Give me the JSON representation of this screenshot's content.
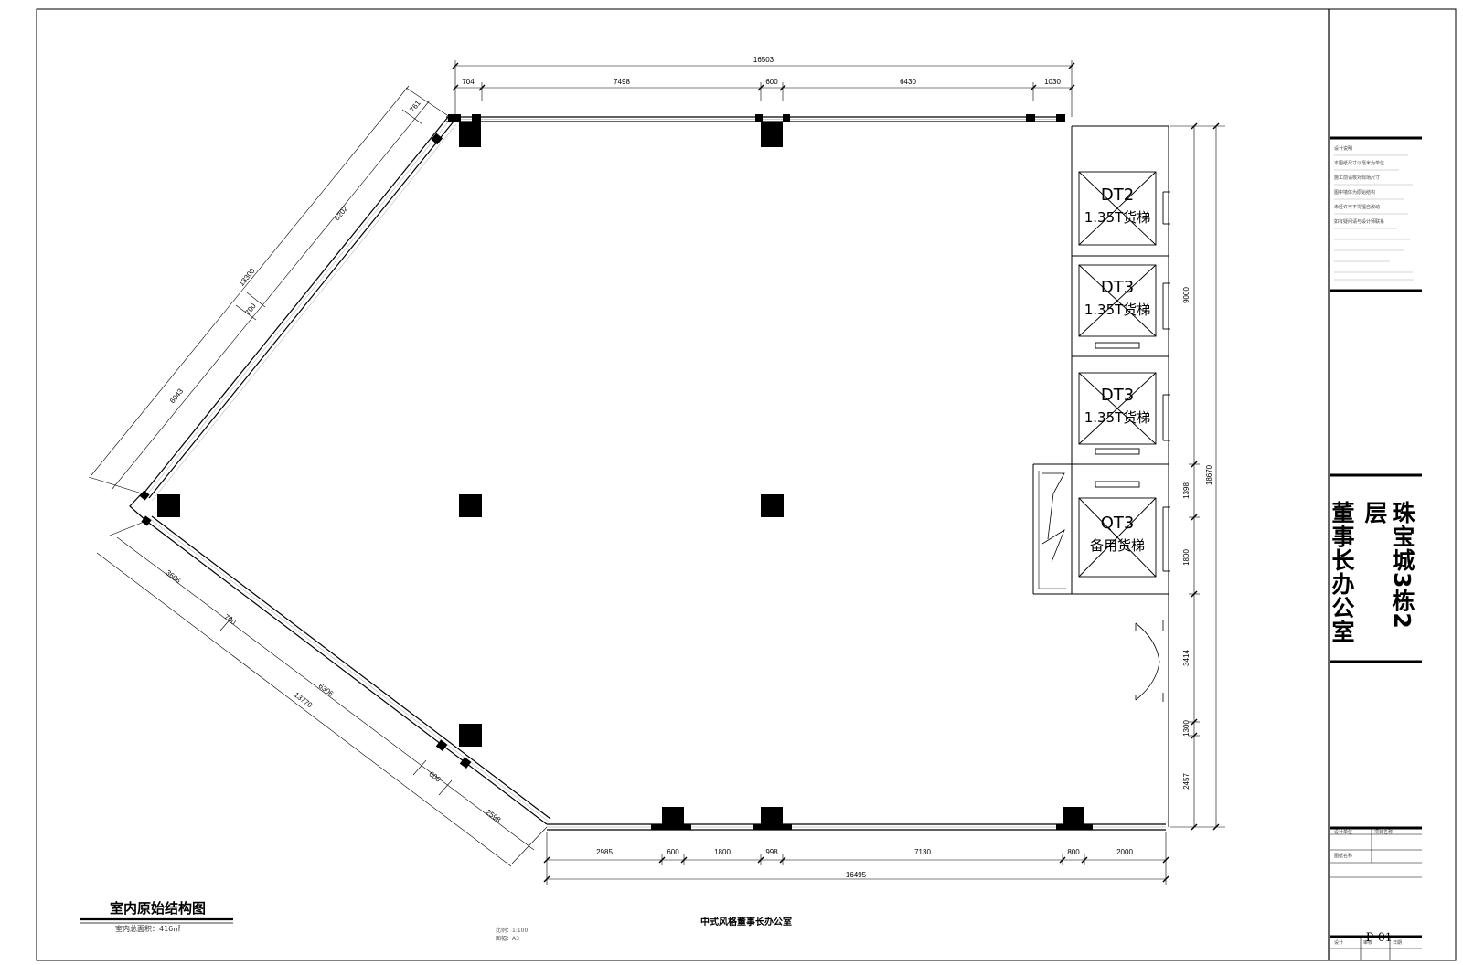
{
  "drawing": {
    "title_line1": "珠宝城3栋2层",
    "title_line2": "董事长办公室",
    "plan_title": "室内原始结构图",
    "area_label": "室内总面积：416㎡",
    "project_name": "中式风格董事长办公室",
    "scale_notes": [
      "比例：1:100",
      "图幅：A3"
    ],
    "sheet_number": "P-01"
  },
  "elevators": [
    {
      "id": "DT2",
      "capacity": "1.35T货梯"
    },
    {
      "id": "DT3",
      "capacity": "1.35T货梯"
    },
    {
      "id": "DT3",
      "capacity": "1.35T货梯"
    },
    {
      "id": "QT3",
      "capacity": "备用货梯"
    }
  ],
  "dimensions": {
    "top_total": "16503",
    "top": [
      "704",
      "7498",
      "600",
      "6430",
      "1030"
    ],
    "bottom_total": "16495",
    "bottom": [
      "2985",
      "600",
      "1800",
      "998",
      "7130",
      "800",
      "2000"
    ],
    "right_total": "18670",
    "right": [
      "9000",
      "1398",
      "1800",
      "3414",
      "1300",
      "2457"
    ],
    "upper_diag_total": "13300",
    "upper_diag": [
      "761",
      "6202",
      "700",
      "6043"
    ],
    "lower_diag_total": "13770",
    "lower_diag": [
      "3606",
      "700",
      "6306",
      "600",
      "2598"
    ]
  },
  "title_block": {
    "notes": [
      "设计说明",
      "本图纸尺寸以毫米为单位",
      "施工前请核对现场尺寸",
      "图中墙体为原始结构",
      "未经许可不得擅自改动",
      "如有疑问请与设计师联系"
    ],
    "labels": [
      "设计单位",
      "项目名称",
      "图纸名称",
      "设计",
      "审核",
      "日期"
    ]
  },
  "colors": {
    "ink": "#000000",
    "paper": "#ffffff",
    "hatch": "#999999"
  }
}
